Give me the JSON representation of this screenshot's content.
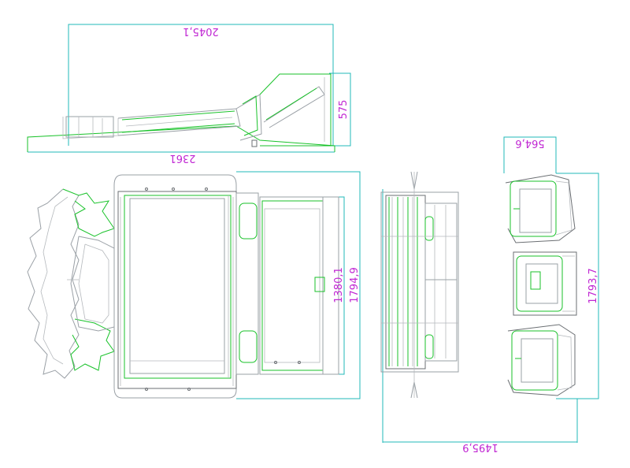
{
  "dimensions": {
    "top_width": "2045,1",
    "top_height": "575",
    "top_length": "2361",
    "plan_inner": "1380,1",
    "plan_outer": "1794,9",
    "depth": "564,6",
    "right_height": "1793,7",
    "bottom_width": "1495,9"
  },
  "colors": {
    "dimension_text": "#c026d3",
    "dimension_line": "#22b8b8",
    "outline_green": "#19c22a",
    "outline_grey": "#9aa0a6"
  }
}
